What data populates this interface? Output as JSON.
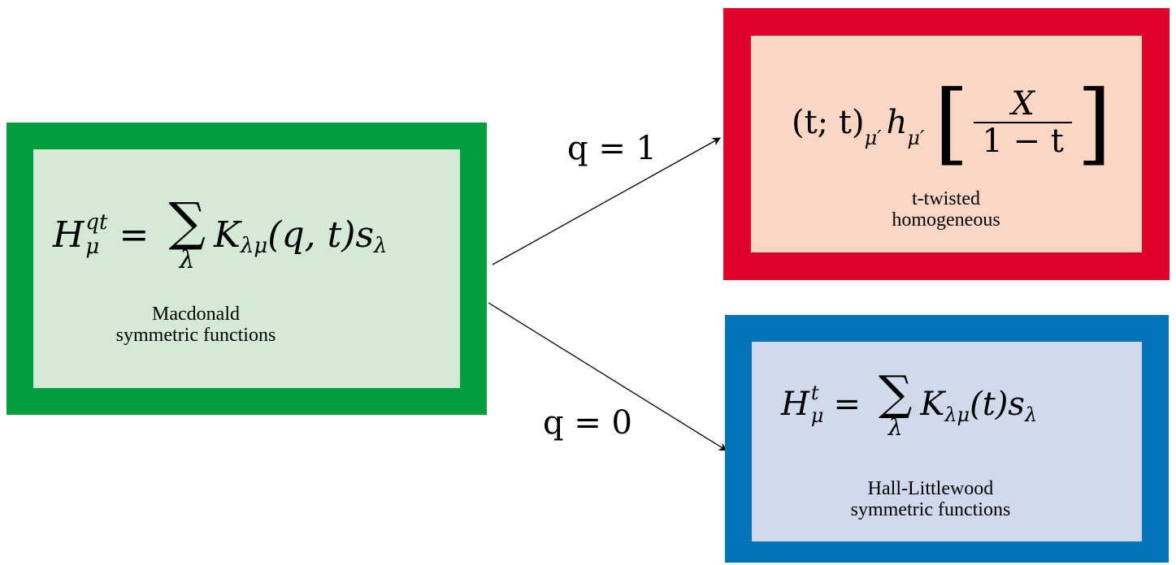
{
  "colors": {
    "macdonald_border": "#009e3c",
    "macdonald_fill": "#d4e9d6",
    "twisted_border": "#e0002a",
    "twisted_fill": "#fbd6c4",
    "hall_border": "#0072bc",
    "hall_fill": "#d1daed"
  },
  "macdonald": {
    "lhs": "H",
    "lhs_sup": "qt",
    "lhs_sub": "μ",
    "equals": "=",
    "sum_sub": "λ",
    "rhs_K": "K",
    "rhs_K_sub": "λμ",
    "rhs_args": "(q, t)",
    "rhs_s": "s",
    "rhs_s_sub": "λ",
    "caption_line1": "Macdonald",
    "caption_line2": "symmetric functions"
  },
  "twisted": {
    "pochhammer": "(t; t)",
    "poch_sub": "μ′",
    "h": "h",
    "h_sub": "μ′",
    "numerator": "X",
    "denominator": "1 − t",
    "caption_line1": "t-twisted",
    "caption_line2": "homogeneous"
  },
  "hall": {
    "lhs": "H",
    "lhs_sup": "t",
    "lhs_sub": "μ",
    "equals": "=",
    "sum_sub": "λ",
    "rhs_K": "K",
    "rhs_K_sub": "λμ",
    "rhs_args": "(t)",
    "rhs_s": "s",
    "rhs_s_sub": "λ",
    "caption_line1": "Hall-Littlewood",
    "caption_line2": "symmetric functions"
  },
  "edges": {
    "upper_label": "q = 1",
    "lower_label": "q = 0"
  }
}
